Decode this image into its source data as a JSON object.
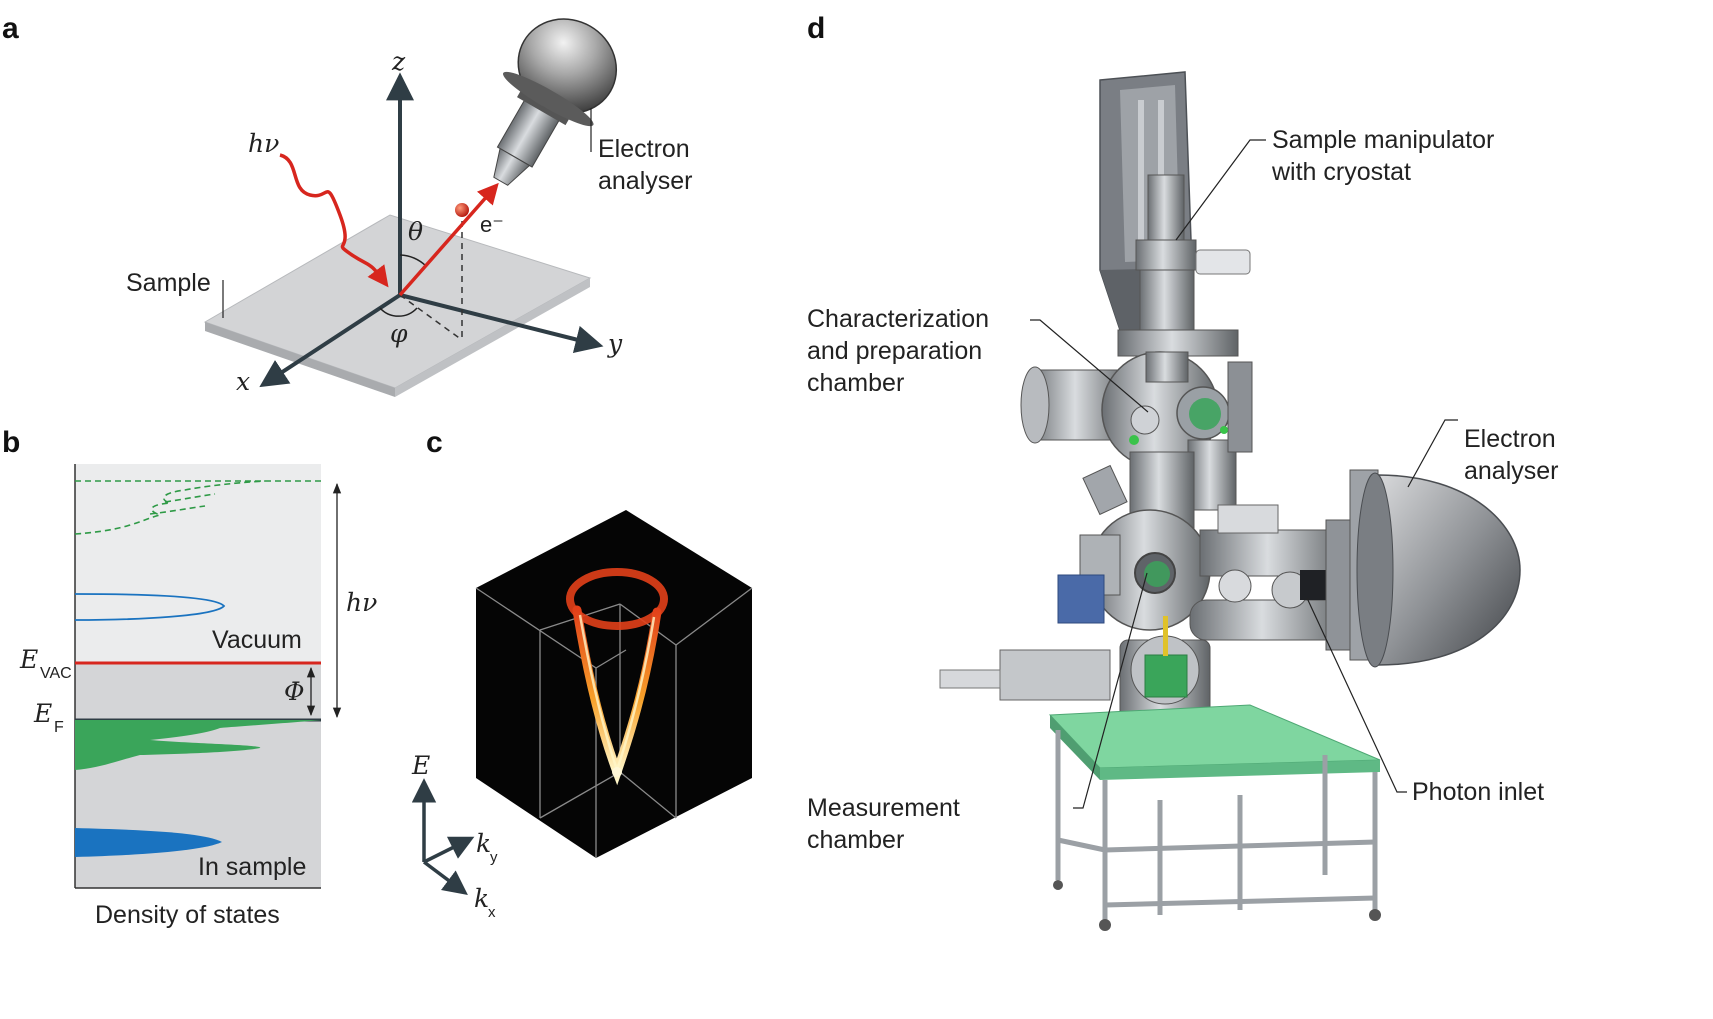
{
  "panels": {
    "a": "a",
    "b": "b",
    "c": "c",
    "d": "d"
  },
  "panel_a": {
    "axis_z": "z",
    "axis_x": "x",
    "axis_y": "y",
    "photon": "hν",
    "theta": "θ",
    "phi": "φ",
    "electron": "e⁻",
    "sample_label": "Sample",
    "analyser_label_line1": "Electron",
    "analyser_label_line2": "analyser"
  },
  "panel_b": {
    "hv": "hν",
    "vacuum": "Vacuum",
    "e_vac_main": "E",
    "e_vac_sub": "VAC",
    "e_f_main": "E",
    "e_f_sub": "F",
    "work_function": "Φ",
    "in_sample": "In sample",
    "xlabel": "Density of states"
  },
  "panel_c": {
    "axis_e": "E",
    "axis_ky_main": "k",
    "axis_ky_sub": "y",
    "axis_kx_main": "k",
    "axis_kx_sub": "x"
  },
  "panel_d": {
    "manipulator_line1": "Sample manipulator",
    "manipulator_line2": "with cryostat",
    "prep_line1": "Characterization",
    "prep_line2": "and preparation",
    "prep_line3": "chamber",
    "analyser_line1": "Electron",
    "analyser_line2": "analyser",
    "measurement_line1": "Measurement",
    "measurement_line2": "chamber",
    "photon_inlet": "Photon inlet"
  },
  "colors": {
    "photon": "#d7261e",
    "axis": "#2f3d45",
    "vacuum_line": "#d7261e",
    "fermi_green": "#3aa55a",
    "deep_blue": "#1a73c0",
    "dashed_green": "#2e9a46",
    "sample_plate": "#d3d4d6",
    "panel_bg": "#e6e7e8"
  }
}
